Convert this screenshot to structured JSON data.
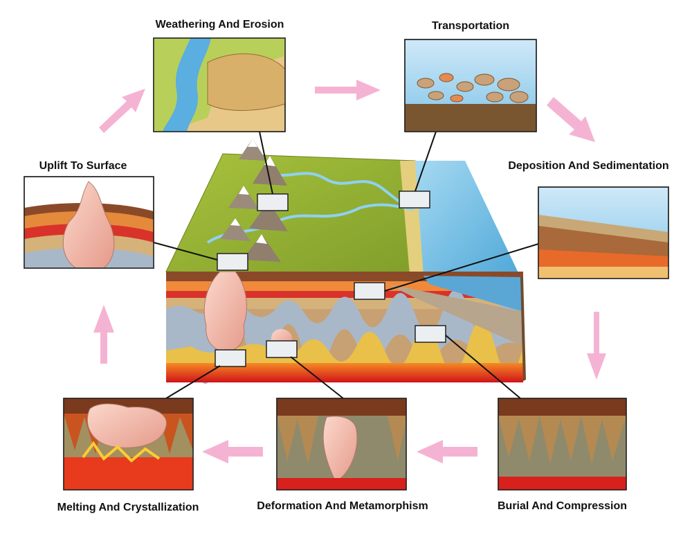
{
  "diagram": {
    "stages": [
      {
        "id": "weathering",
        "label": "Weathering And Erosion"
      },
      {
        "id": "transportation",
        "label": "Transportation"
      },
      {
        "id": "deposition",
        "label": "Deposition And Sedimentation"
      },
      {
        "id": "burial",
        "label": "Burial And Compression"
      },
      {
        "id": "deformation",
        "label": "Deformation And Metamorphism"
      },
      {
        "id": "melting",
        "label": "Melting And Crystallization"
      },
      {
        "id": "uplift",
        "label": "Uplift To Surface"
      }
    ],
    "colors": {
      "arrow": "#f5b3d3",
      "rock_pink": "#f2b7a6",
      "grass": "#9bb63a",
      "water": "#8ecbea",
      "magma": "#d81f1f"
    }
  }
}
